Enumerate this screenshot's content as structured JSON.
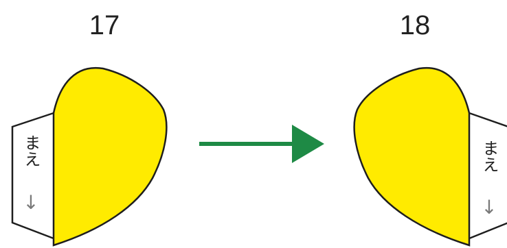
{
  "steps": [
    {
      "number": "17",
      "flap_label": "まえ",
      "flap_arrow": "↓"
    },
    {
      "number": "18",
      "flap_label": "まえ",
      "flap_arrow": "↓"
    }
  ],
  "colors": {
    "mask": "#ffeb00",
    "outline": "#1e1e1e",
    "arrow": "#1e8a45"
  },
  "transition": "arrow-right"
}
